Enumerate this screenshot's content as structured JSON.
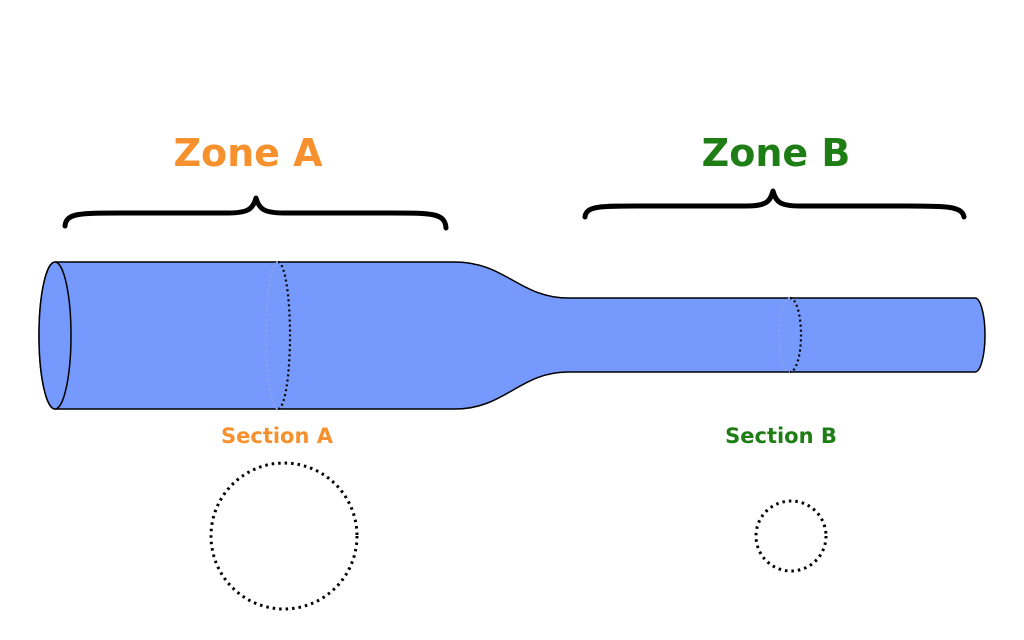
{
  "zones": {
    "a": {
      "label": "Zone A",
      "color": "#f7912e"
    },
    "b": {
      "label": "Zone B",
      "color": "#1e7d14"
    }
  },
  "sections": {
    "a": {
      "label": "Section A",
      "color": "#f7912e"
    },
    "b": {
      "label": "Section B",
      "color": "#1e7d14"
    }
  },
  "pipe": {
    "fill_color": "#7599fc",
    "stroke_color": "#000000"
  }
}
